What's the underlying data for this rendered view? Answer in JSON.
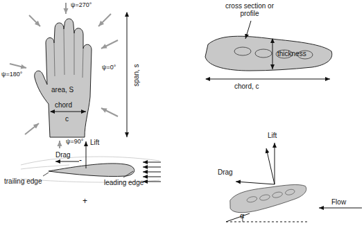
{
  "diagram": {
    "labels": [
      "ψ=270°",
      "ψ=180°",
      "ψ=0°",
      "area, S",
      "chord",
      "c",
      "span, s",
      "ψ=90°",
      "cross section or profile",
      "thickness",
      "chord, c",
      "Lift",
      "Drag",
      "-",
      "trailing edge",
      "leading edge",
      "+",
      "Lift",
      "Drag",
      "Flow",
      "α"
    ]
  }
}
